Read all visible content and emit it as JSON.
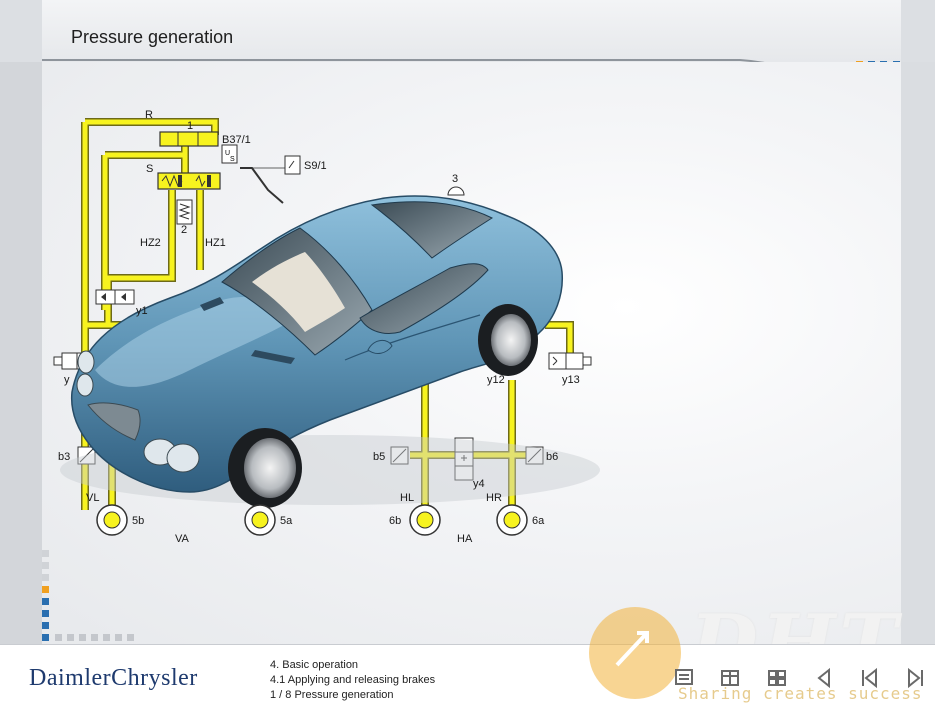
{
  "header": {
    "title": "Pressure generation"
  },
  "footer": {
    "brand_main": "DaimlerChrysler",
    "breadcrumb": [
      "4. Basic operation",
      "4.1 Applying and releasing brakes",
      "1 / 8 Pressure generation"
    ],
    "watermark_logo": "DHT",
    "watermark_slogan": "Sharing creates success"
  },
  "diagram": {
    "labels": {
      "R": "R",
      "one": "1",
      "B37_1": "B37/1",
      "S": "S",
      "S9_1": "S9/1",
      "two": "2",
      "three": "3",
      "HZ2": "HZ2",
      "HZ1": "HZ1",
      "y1": "y1",
      "y_left": "y",
      "y12": "y12",
      "y13": "y13",
      "b3": "b3",
      "b5": "b5",
      "b6": "b6",
      "y4": "y4",
      "VL": "VL",
      "HL": "HL",
      "HR": "HR",
      "w5b": "5b",
      "w5a": "5a",
      "w6b": "6b",
      "w6a": "6a",
      "VA": "VA",
      "HA": "HA"
    }
  },
  "colors": {
    "line_yellow": "#f7f31f",
    "line_outline": "#7a7a20",
    "brand_blue": "#1e3a6e",
    "accent_orange": "#f0a020",
    "accent_blue": "#2a6fb0",
    "car_body": "#5f95b6"
  }
}
